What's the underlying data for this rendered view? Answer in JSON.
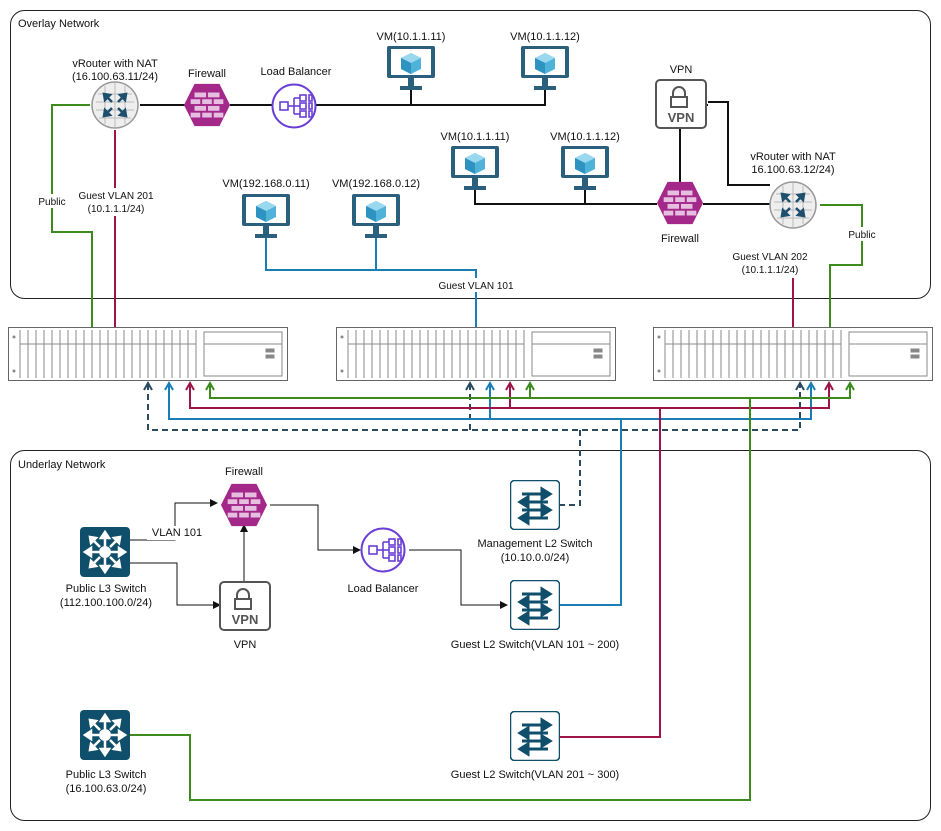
{
  "overlay": {
    "title": "Overlay Network",
    "vrouter1": {
      "name": "vRouter with NAT",
      "ip": "(16.100.63.11/24)"
    },
    "firewall1": "Firewall",
    "lb1": "Load Balancer",
    "vm_top1": "VM(10.1.1.11)",
    "vm_top2": "VM(10.1.1.12)",
    "vpn_top": "VPN",
    "vpn_top_icon_text": "VPN",
    "vm_mid1": "VM(10.1.1.11)",
    "vm_mid2": "VM(10.1.1.12)",
    "vrouter2": {
      "name": "vRouter with NAT",
      "ip": "16.100.63.12/24)"
    },
    "vm_192_1": "VM(192.168.0.11)",
    "vm_192_2": "VM(192.168.0.12)",
    "firewall2": "Firewall",
    "public_left": "Public",
    "guest_vlan_201": {
      "name": "Guest VLAN 201",
      "ip": "(10.1.1.1/24)"
    },
    "guest_vlan_101": "Guest VLAN 101",
    "guest_vlan_202": {
      "name": "Guest VLAN 202",
      "ip": "(10.1.1.1/24)"
    },
    "public_right": "Public"
  },
  "underlay": {
    "title": "Underlay Network",
    "firewall": "Firewall",
    "vlan101": "VLAN 101",
    "l3_switch1": {
      "name": "Public L3 Switch",
      "ip": "(112.100.100.0/24)"
    },
    "vpn": "VPN",
    "vpn_icon_text": "VPN",
    "lb": "Load Balancer",
    "mgmt_switch": {
      "name": "Management L2 Switch",
      "ip": "(10.10.0.0/24)"
    },
    "guest_l2_1": "Guest L2 Switch(VLAN 101 ~ 200)",
    "l3_switch2": {
      "name": "Public L3 Switch",
      "ip": "(16.100.63.0/24)"
    },
    "guest_l2_2": "Guest L2 Switch(VLAN 201 ~ 300)"
  },
  "colors": {
    "green": "#3d8b1d",
    "red": "#9e1447",
    "blue": "#1a7db6",
    "navy": "#2a4a60",
    "firewall": "#a4288a",
    "lb": "#6b3fd6",
    "vm": "#2a5f7d",
    "switch": "#0f4f6b"
  }
}
